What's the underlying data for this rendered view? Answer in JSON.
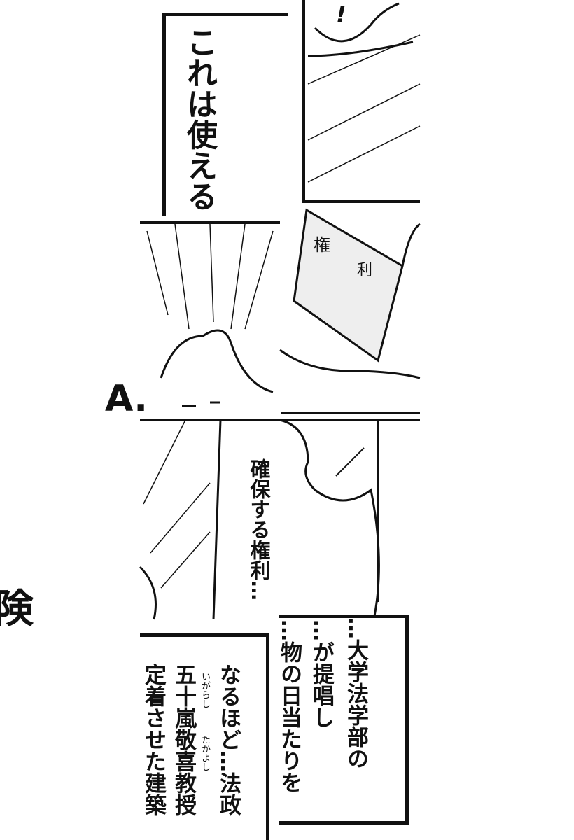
{
  "panels": {
    "top_left": {
      "caption": "これは使える"
    },
    "top_right": {
      "exclamation": "!"
    },
    "book": {
      "spine_char_1": "権",
      "spine_char_2": "利"
    },
    "left_fragment": {
      "letter": "A."
    },
    "middle": {
      "caption": "確保する権利…"
    },
    "far_left_fragment": {
      "char": "険"
    },
    "lower_right": {
      "lines": [
        "…大学法学部の",
        "…が提唱し",
        "…物の日当たりを"
      ]
    },
    "lower_left": {
      "lines": [
        "なるほど…法政",
        "五十嵐敬喜教授",
        "定着させた建築"
      ],
      "ruby_1": "いがらし",
      "ruby_2": "たかよし"
    }
  }
}
